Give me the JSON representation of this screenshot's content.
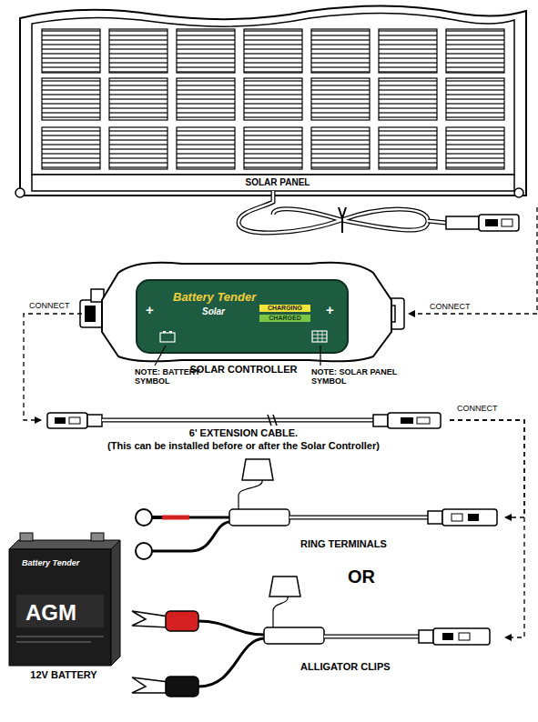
{
  "diagram": {
    "nodes": [
      {
        "text": [
          "SOLAR PANEL"
        ]
      },
      {
        "text": [
          "SOLAR CONTROLLER"
        ]
      },
      {
        "text": [
          "6' EXTENSION CABLE.",
          "(This can be installed before or after the Solar Controller)"
        ]
      },
      {
        "text": [
          "RING TERMINALS"
        ]
      },
      {
        "text": [
          "ALLIGATOR CLIPS"
        ]
      },
      {
        "text": [
          "12V BATTERY"
        ]
      }
    ],
    "edges": [
      {
        "from": 0,
        "to": 1,
        "arrow": "to",
        "label": "CONNECT"
      },
      {
        "from": 1,
        "to": 2,
        "arrow": "to",
        "label": "CONNECT"
      },
      {
        "from": 2,
        "to": 3,
        "arrow": "to",
        "label": "CONNECT"
      },
      {
        "from": 2,
        "to": 4,
        "arrow": "to"
      }
    ],
    "labels": [
      "CHARGING",
      "CHARGED",
      "Battery Tender",
      "Solar",
      "+",
      "+",
      "NOTE: BATTERY SYMBOL",
      "NOTE: SOLAR PANEL SYMBOL",
      "OR",
      "AGM",
      "Battery Tender"
    ]
  }
}
